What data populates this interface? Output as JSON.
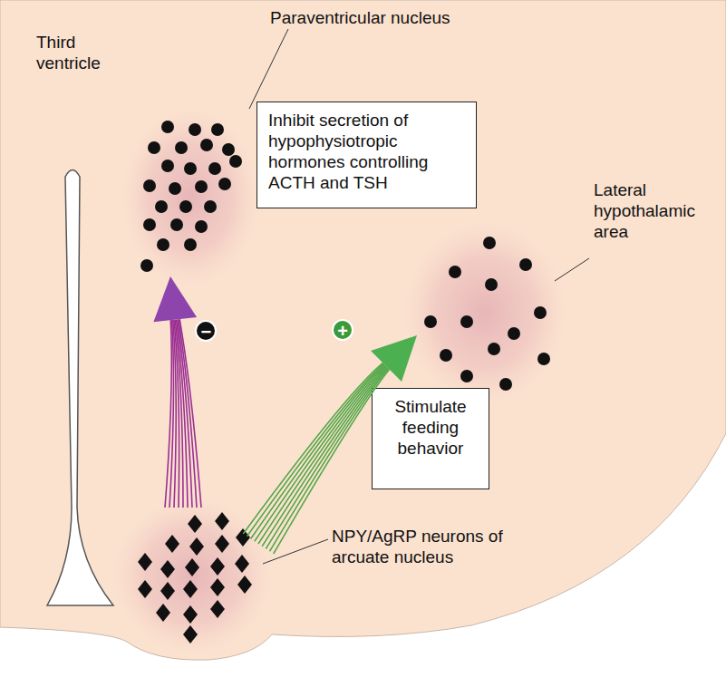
{
  "diagram": {
    "nodes": [
      {
        "text": [
          "Third ventricle"
        ]
      },
      {
        "text": [
          "Paraventricular nucleus"
        ]
      },
      {
        "text": [
          "Inhibit secretion of hypophysiotropic hormones controlling ACTH and TSH"
        ]
      },
      {
        "text": [
          "Lateral hypothalamic area"
        ]
      },
      {
        "text": [
          "Stimulate feeding behavior"
        ]
      },
      {
        "text": [
          "NPY/AgRP neurons of arcuate nucleus"
        ]
      }
    ],
    "edges": [
      {
        "from": 5,
        "to": 1,
        "arrow": "to",
        "label": "−"
      },
      {
        "from": 5,
        "to": 3,
        "arrow": "to",
        "label": "+"
      }
    ]
  }
}
